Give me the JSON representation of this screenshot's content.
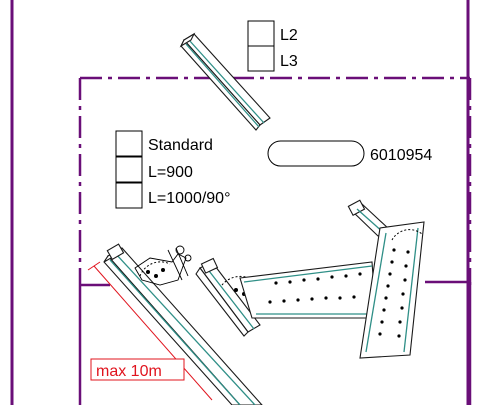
{
  "colors": {
    "frame": "#6a0f78",
    "beam_edge": "#2f8f87",
    "dimension": "#e0141e",
    "ink": "#000000"
  },
  "options_top": [
    {
      "label": "L2"
    },
    {
      "label": "L3"
    }
  ],
  "options_main": [
    {
      "label": "Standard"
    },
    {
      "label": "L=900"
    },
    {
      "label": "L=1000/90°"
    }
  ],
  "part_number": {
    "value": "",
    "label": "6010954"
  },
  "dimension_label": "max 10m"
}
